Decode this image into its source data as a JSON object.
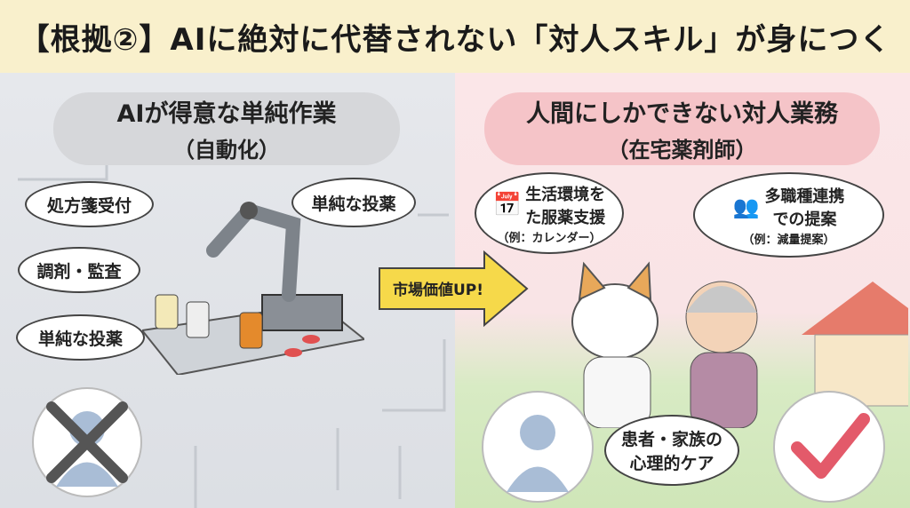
{
  "header": {
    "title": "【根拠②】AIに絶対に代替されない「対人スキル」が身につく"
  },
  "left": {
    "title": "AIが得意な単純作業",
    "subtitle": "（自動化）",
    "bubbles": [
      "処方箋受付",
      "調剤・監査",
      "単純な投薬",
      "単純な投薬"
    ]
  },
  "arrow": {
    "label": "市場価値UP!"
  },
  "right": {
    "title": "人間にしかできない対人業務",
    "subtitle": "（在宅薬剤師）",
    "bubble_calendar": {
      "line1": "生活環境を",
      "line2": "た服薬支援",
      "note": "（例：カレンダー）"
    },
    "bubble_team": {
      "line1": "多職種連携",
      "line2": "での提案",
      "note": "（例：減量提案）"
    },
    "bubble_care": {
      "line1": "患者・家族の",
      "line2": "心理的ケア"
    }
  },
  "colors": {
    "header_bg": "#f9f0cc",
    "left_pill": "#d6d7da",
    "right_pill": "#f5c4c8",
    "arrow": "#f6d94a",
    "check": "#e35a6a"
  }
}
